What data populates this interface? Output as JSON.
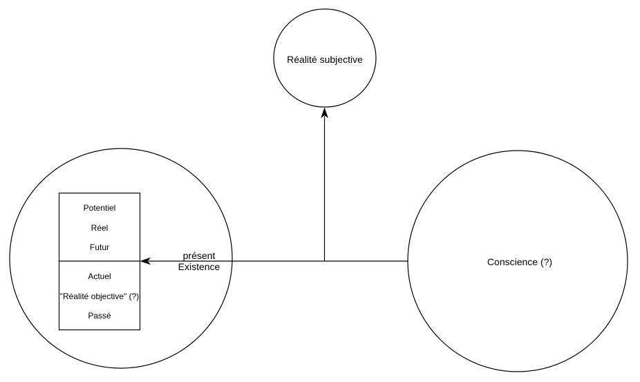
{
  "diagram": {
    "top_circle": {
      "label": "Réalité subjective"
    },
    "right_circle": {
      "label": "Conscience (?)"
    },
    "left_circle": {
      "box": {
        "upper_rows": [
          "Potentiel",
          "Réel",
          "Futur"
        ],
        "lower_rows": [
          "Actuel",
          "\"Réalité objective\" (?)",
          "Passé"
        ]
      }
    },
    "arrow_labels": {
      "above": "présent",
      "below": "Existence"
    },
    "colors": {
      "stroke": "#000000",
      "background": "#ffffff"
    }
  }
}
